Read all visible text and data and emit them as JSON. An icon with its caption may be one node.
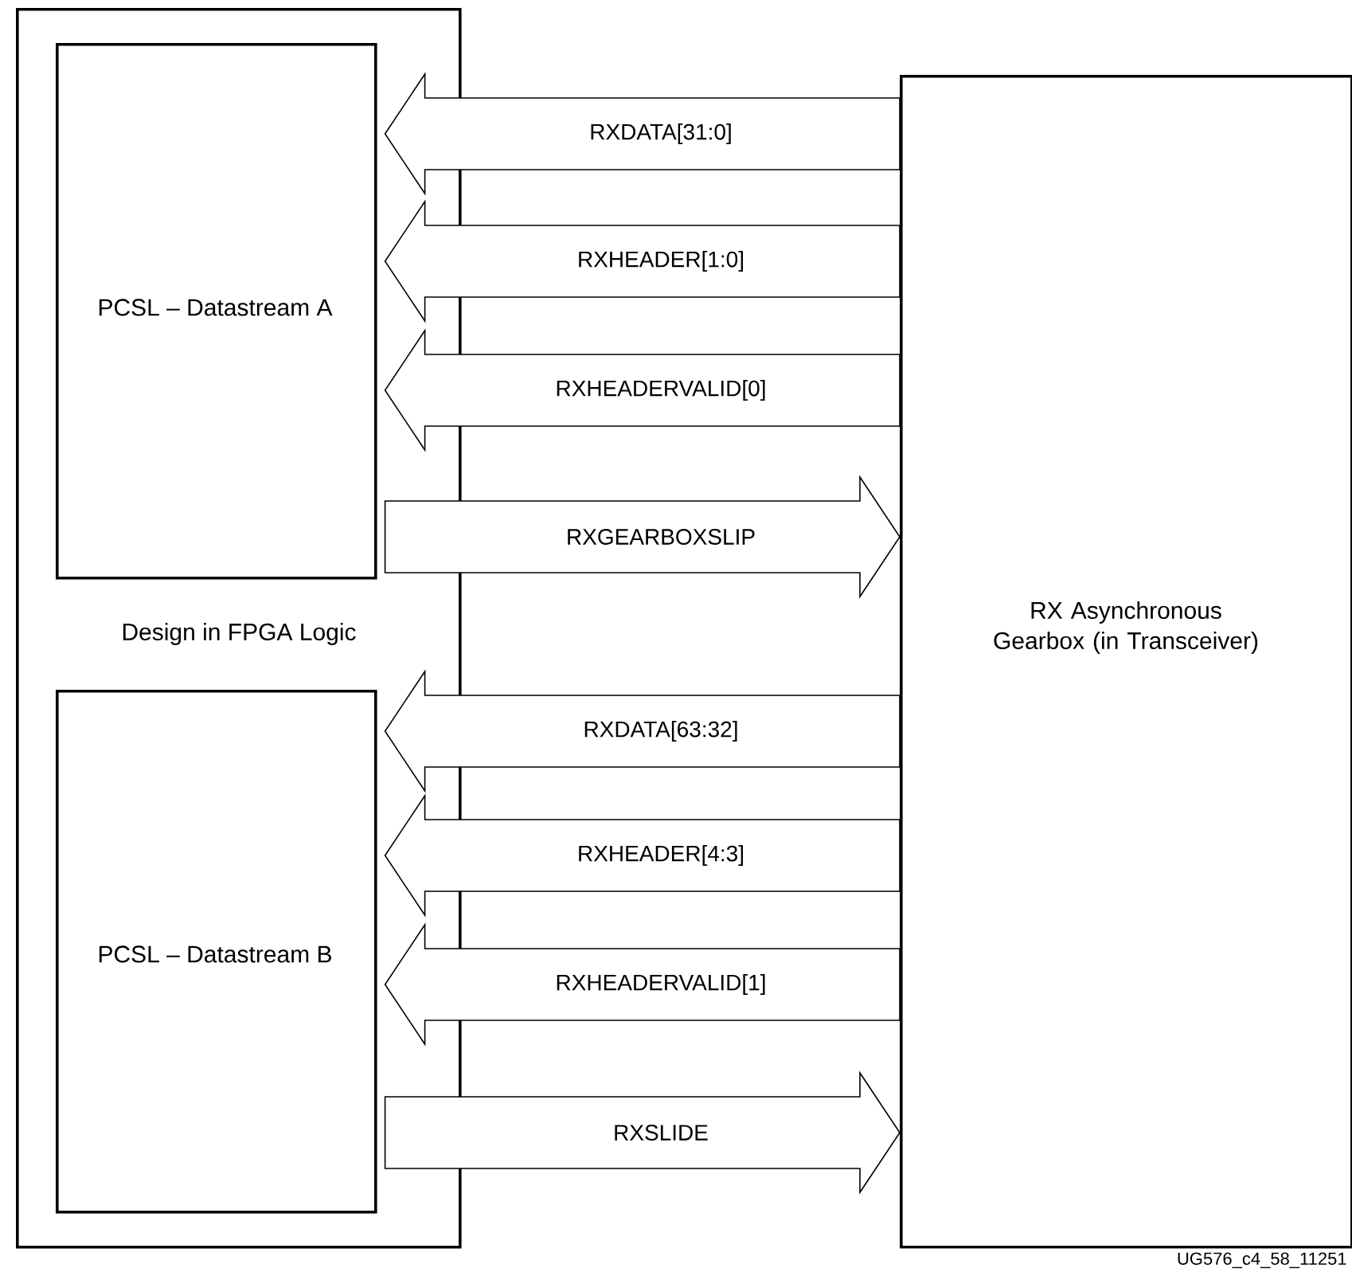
{
  "diagram": {
    "nodes": [
      {
        "text": [
          "Design in FPGA Logic"
        ]
      },
      {
        "text": [
          "PCSL – Datastream A"
        ],
        "in": 0
      },
      {
        "text": [
          "PCSL – Datastream B"
        ],
        "in": 0
      },
      {
        "text": [
          "RX Asynchronous Gearbox (in Transceiver)"
        ]
      }
    ],
    "edges": [
      {
        "from": 3,
        "to": 1,
        "arrow": "to",
        "label": "RXDATA[31:0]"
      },
      {
        "from": 3,
        "to": 1,
        "arrow": "to",
        "label": "RXHEADER[1:0]"
      },
      {
        "from": 3,
        "to": 1,
        "arrow": "to",
        "label": "RXHEADERVALID[0]"
      },
      {
        "from": 1,
        "to": 3,
        "arrow": "to",
        "label": "RXGEARBOXSLIP"
      },
      {
        "from": 3,
        "to": 2,
        "arrow": "to",
        "label": "RXDATA[63:32]"
      },
      {
        "from": 3,
        "to": 2,
        "arrow": "to",
        "label": "RXHEADER[4:3]"
      },
      {
        "from": 3,
        "to": 2,
        "arrow": "to",
        "label": "RXHEADERVALID[1]"
      },
      {
        "from": 2,
        "to": 3,
        "arrow": "to",
        "label": "RXSLIDE"
      }
    ],
    "labels": [
      "UG576_c4_58_11251"
    ]
  }
}
